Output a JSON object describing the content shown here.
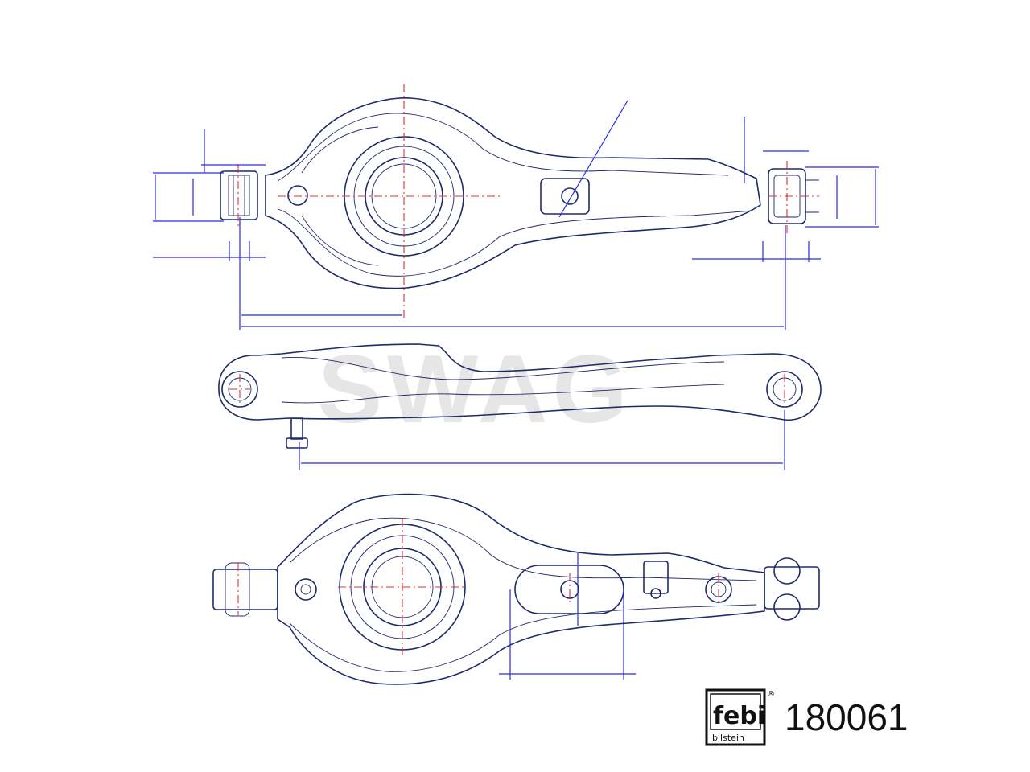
{
  "brand": {
    "logo_text": "febi",
    "logo_subtext": "bilstein",
    "registered_mark": "®",
    "watermark": "SWAG"
  },
  "part_number": "180061",
  "colors": {
    "outline": "#1f2a6b",
    "dimension_lines": "#2a2ae0",
    "center_lines": "#e03030",
    "watermark": "#e6e6e6"
  }
}
